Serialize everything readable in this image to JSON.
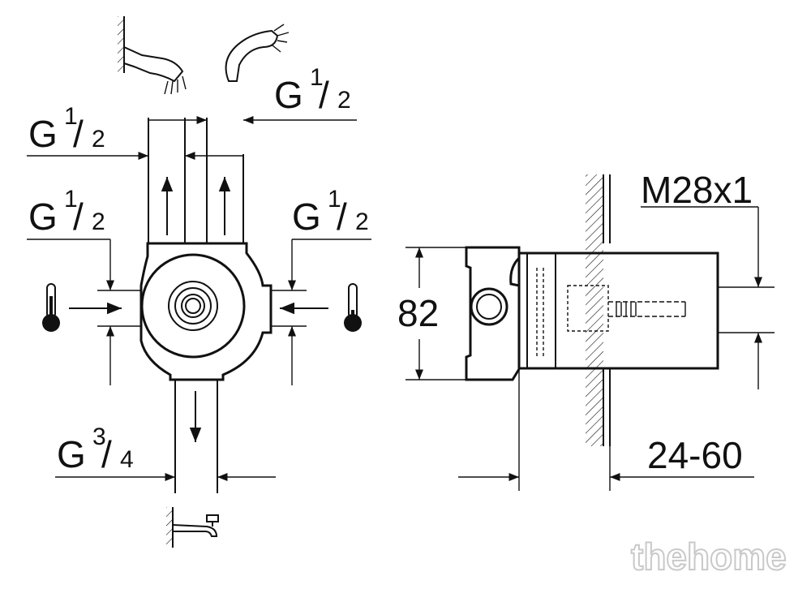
{
  "labels": {
    "outlet_top_right": {
      "g": "G",
      "num": "1",
      "den": "2"
    },
    "outlet_top_left": {
      "g": "G",
      "num": "1",
      "den": "2"
    },
    "inlet_left": {
      "g": "G",
      "num": "1",
      "den": "2"
    },
    "inlet_right": {
      "g": "G",
      "num": "1",
      "den": "2"
    },
    "outlet_bottom": {
      "g": "G",
      "num": "3",
      "den": "4"
    }
  },
  "dimensions": {
    "thread": "M28x1",
    "height": "82",
    "wall_depth": "24-60"
  },
  "watermark": "thehome",
  "icons": [
    "wall-shower-head-icon",
    "hand-shower-icon",
    "hot-thermometer-icon",
    "cold-thermometer-icon",
    "bath-spout-icon"
  ],
  "colors": {
    "line": "#111111",
    "background": "#ffffff"
  }
}
